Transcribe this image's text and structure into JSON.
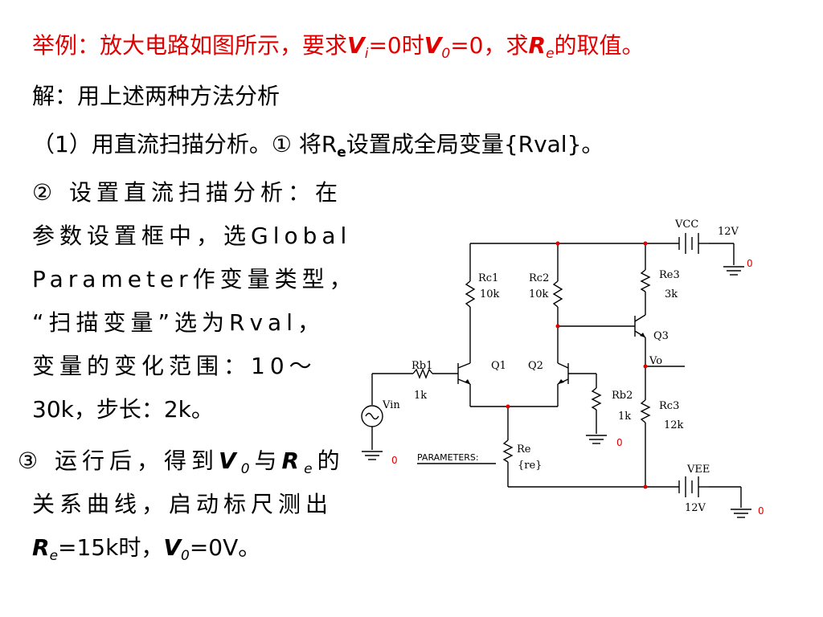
{
  "title": {
    "prefix": "举例：",
    "text1": "放大电路如图所示，要求",
    "v": "V",
    "v_sub": "i",
    "text2": "=0时",
    "v0": "V",
    "v0_sub": "0",
    "text3": "=0，求",
    "r": "R",
    "r_sub": "e",
    "text4": "的取值。"
  },
  "solution_intro": "解：用上述两种方法分析",
  "step1": {
    "text1": "（1）用直流扫描分析。① 将R",
    "sub": "e",
    "text2": "设置成全局变量{Rval}。"
  },
  "step2_lines": [
    "② 设置直流扫描分析：在",
    "参数设置框中，选Global",
    "Parameter作变量类型，",
    "“扫描变量”选为Rval，",
    "变量的变化范围：10～",
    "30k，步长：2k。"
  ],
  "step3": {
    "a1": "③ 运行后，得到",
    "v": "V",
    "v_sub": "0",
    "a2": "与",
    "r": "R",
    "r_sub": "e",
    "a3": "的",
    "line2": "关系曲线，启动标尺测出",
    "r2": "R",
    "r2_sub": "e",
    "b1": "=15k时，",
    "v2": "V",
    "v2_sub": "0",
    "b2": "=0V。"
  },
  "schematic": {
    "vcc_label": "VCC",
    "vcc_value": "12V",
    "vee_label": "VEE",
    "vee_value": "12V",
    "rc1_name": "Rc1",
    "rc1_value": "10k",
    "rc2_name": "Rc2",
    "rc2_value": "10k",
    "re3_name": "Re3",
    "re3_value": "3k",
    "q1": "Q1",
    "q2": "Q2",
    "q3": "Q3",
    "vo": "Vo",
    "rb1_name": "Rb1",
    "rb1_value": "1k",
    "rb2_name": "Rb2",
    "rb2_value": "1k",
    "rc3_name": "Rc3",
    "rc3_value": "12k",
    "vin": "Vin",
    "re_name": "Re",
    "re_value": "{re}",
    "parameters": "PARAMETERS:",
    "ground": "0"
  }
}
